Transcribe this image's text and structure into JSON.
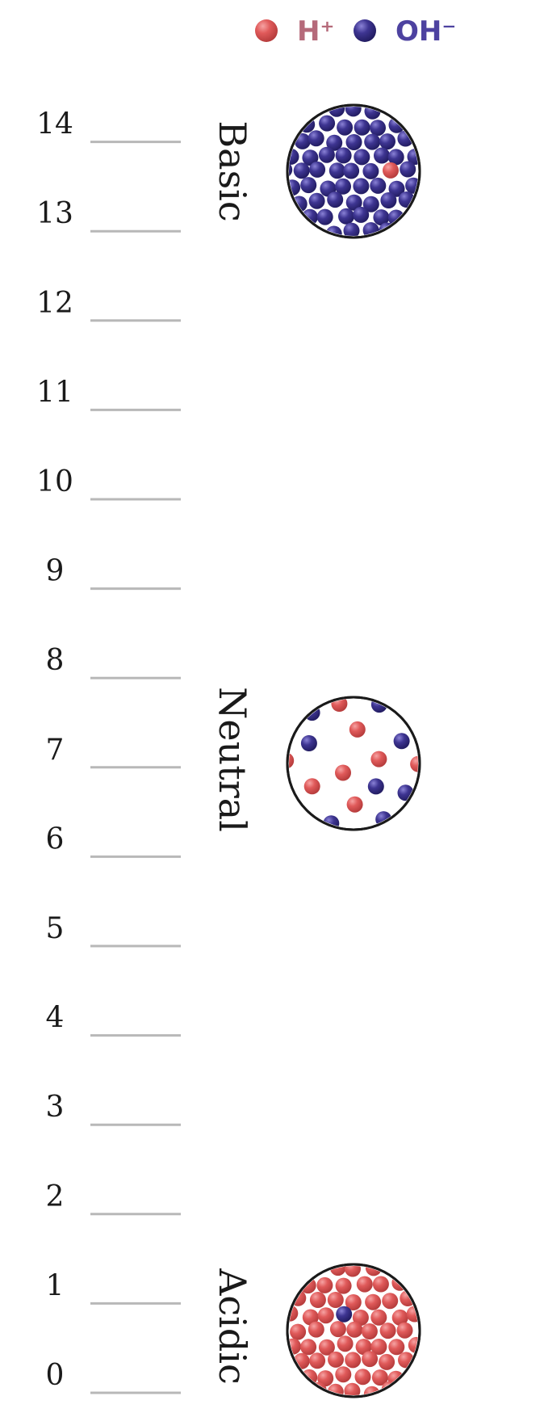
{
  "legend": {
    "items": [
      {
        "label": "H⁺",
        "color": "#e05a5a",
        "text_color": "#b56a7a",
        "icon": "h-ion-ball-icon"
      },
      {
        "label": "OH⁻",
        "color": "#3e3592",
        "text_color": "#4d42a0",
        "icon": "oh-ion-ball-icon"
      }
    ]
  },
  "scale": {
    "values": [
      "0",
      "1",
      "2",
      "3",
      "4",
      "5",
      "6",
      "7",
      "8",
      "9",
      "10",
      "11",
      "12",
      "13",
      "14"
    ]
  },
  "zones": [
    {
      "name": "Basic",
      "ph": 13.5,
      "h_count": 1,
      "oh_count": 60
    },
    {
      "name": "Neutral",
      "ph": 7,
      "h_count": 13,
      "oh_count": 14
    },
    {
      "name": "Acidic",
      "ph": 0.5,
      "h_count": 60,
      "oh_count": 1
    }
  ],
  "colors": {
    "h_ion": "#e05a5a",
    "oh_ion": "#3e3592",
    "tick": "#b8b8b8"
  }
}
